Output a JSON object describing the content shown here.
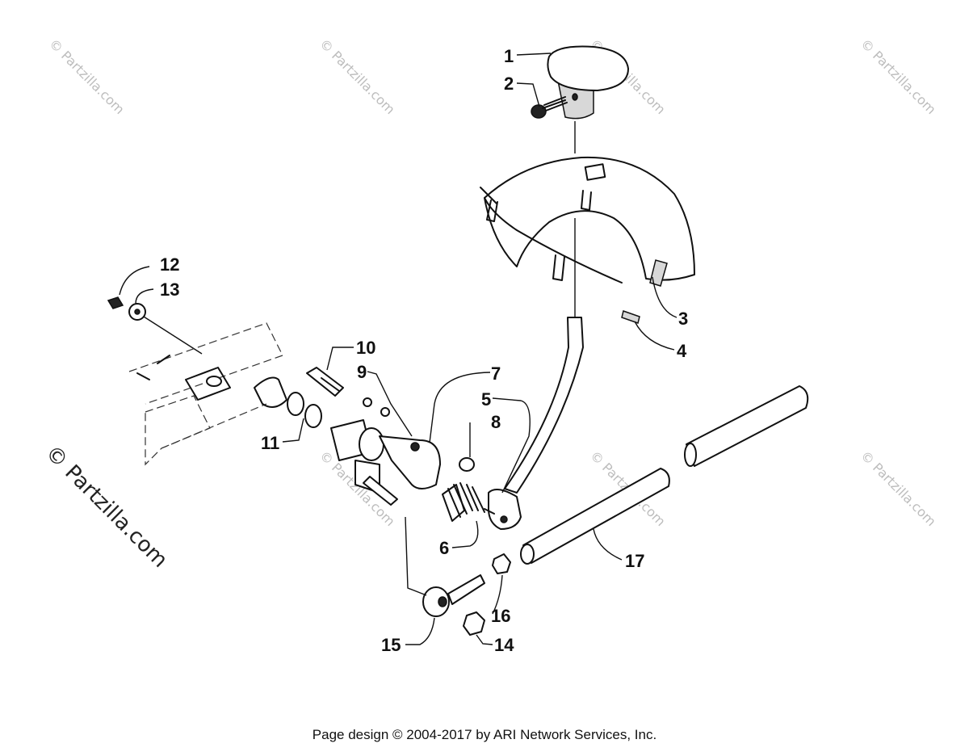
{
  "callouts": [
    {
      "id": "1",
      "text": "1"
    },
    {
      "id": "2",
      "text": "2"
    },
    {
      "id": "3",
      "text": "3"
    },
    {
      "id": "4",
      "text": "4"
    },
    {
      "id": "5",
      "text": "5"
    },
    {
      "id": "6",
      "text": "6"
    },
    {
      "id": "7",
      "text": "7"
    },
    {
      "id": "8",
      "text": "8"
    },
    {
      "id": "9",
      "text": "9"
    },
    {
      "id": "10",
      "text": "10"
    },
    {
      "id": "11",
      "text": "11"
    },
    {
      "id": "12",
      "text": "12"
    },
    {
      "id": "13",
      "text": "13"
    },
    {
      "id": "14",
      "text": "14"
    },
    {
      "id": "15",
      "text": "15"
    },
    {
      "id": "16",
      "text": "16"
    },
    {
      "id": "17",
      "text": "17"
    }
  ],
  "watermark": {
    "small": "© Partzilla.com",
    "large": "© Partzilla.com"
  },
  "footer": {
    "text": "Page design © 2004-2017 by ARI Network Services, Inc."
  }
}
